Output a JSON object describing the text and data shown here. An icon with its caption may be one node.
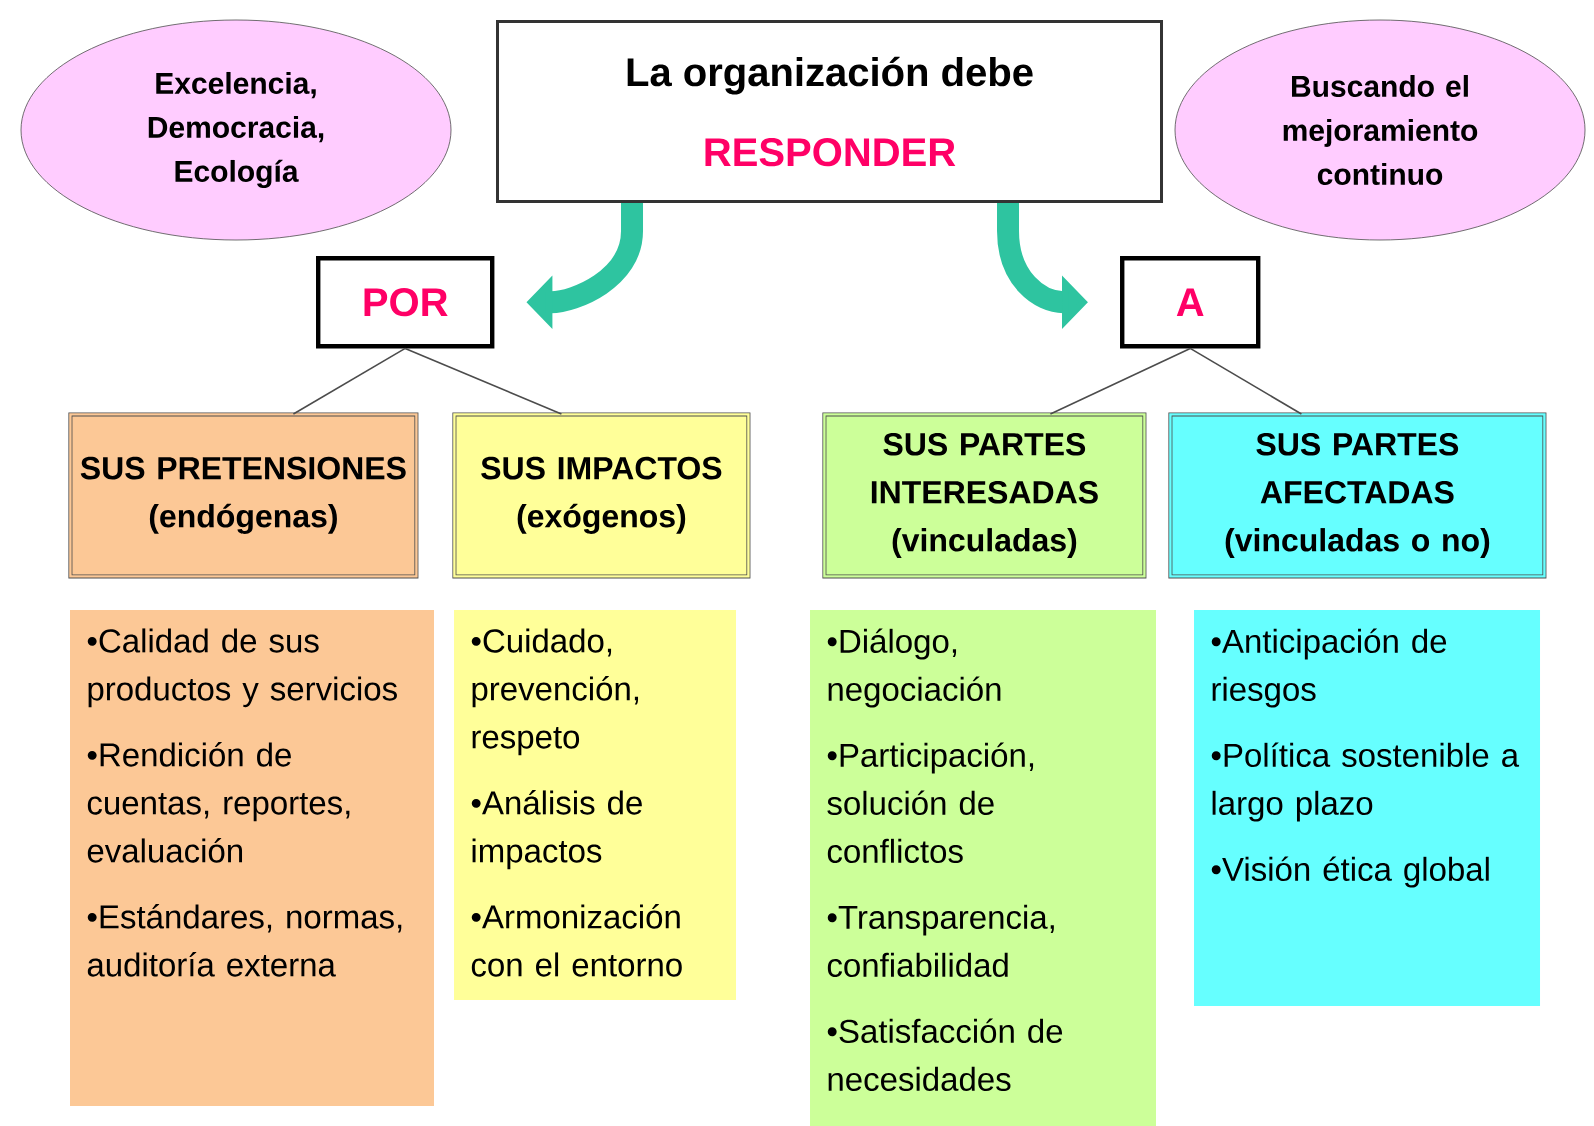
{
  "diagram": {
    "nodes": [
      {
        "text": [
          "Excelencia, Democracia, Ecología"
        ]
      },
      {
        "text": [
          "La organización debe",
          "RESPONDER"
        ]
      },
      {
        "text": [
          "Buscando el mejoramiento continuo"
        ]
      },
      {
        "text": [
          "POR"
        ]
      },
      {
        "text": [
          "A"
        ]
      },
      {
        "text": [
          "SUS PRETENSIONES (endógenas)"
        ]
      },
      {
        "text": [
          "SUS IMPACTOS (exógenos)"
        ]
      },
      {
        "text": [
          "SUS PARTES INTERESADAS (vinculadas)"
        ]
      },
      {
        "text": [
          "SUS PARTES AFECTADAS (vinculadas o no)"
        ]
      },
      {
        "text": [
          "•Calidad de sus productos y servicios",
          "•Rendición de cuentas, reportes, evaluación",
          "•Estándares, normas, auditoría externa"
        ]
      },
      {
        "text": [
          "•Cuidado, prevención, respeto",
          "•Análisis de impactos",
          "•Armonización con el entorno"
        ]
      },
      {
        "text": [
          "•Diálogo, negociación",
          "•Participación, solución de conflictos",
          "•Transparencia, confiabilidad",
          "•Satisfacción de necesidades"
        ]
      },
      {
        "text": [
          "•Anticipación de riesgos",
          "•Política sostenible a largo plazo",
          "•Visión ética global"
        ]
      }
    ],
    "edges": [
      {
        "from": 1,
        "to": 3,
        "arrow": "to",
        "style": "thick",
        "color": "#2ec4a0"
      },
      {
        "from": 1,
        "to": 4,
        "arrow": "to",
        "style": "thick",
        "color": "#2ec4a0"
      },
      {
        "from": 3,
        "to": 5,
        "arrow": "none"
      },
      {
        "from": 3,
        "to": 6,
        "arrow": "none"
      },
      {
        "from": 4,
        "to": 7,
        "arrow": "none"
      },
      {
        "from": 4,
        "to": 8,
        "arrow": "none"
      }
    ]
  }
}
